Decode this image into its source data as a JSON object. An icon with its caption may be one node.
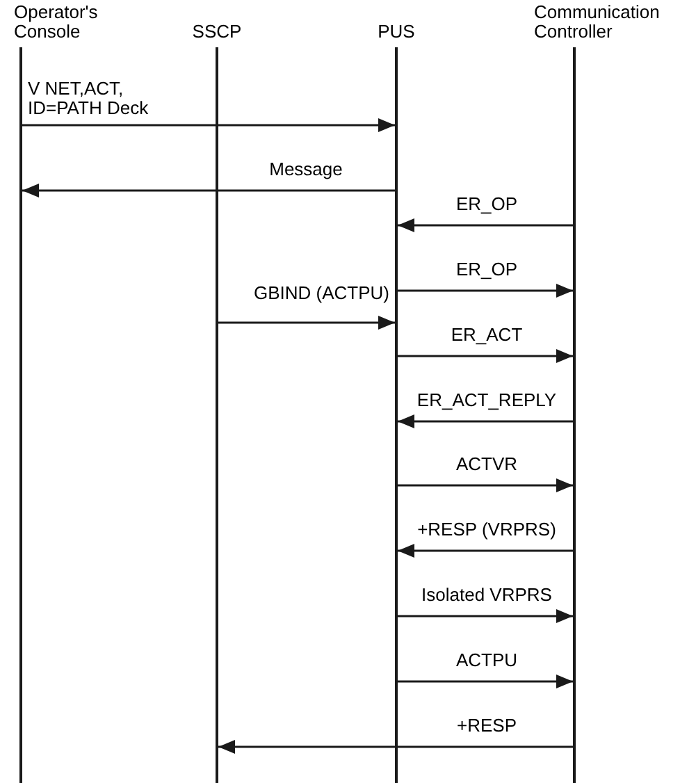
{
  "diagram": {
    "nodes": [
      {
        "text": [
          "Operator's Console"
        ]
      },
      {
        "text": [
          "SSCP"
        ]
      },
      {
        "text": [
          "PUS"
        ]
      },
      {
        "text": [
          "Communication Controller"
        ]
      }
    ],
    "edges": [
      {
        "from": 0,
        "to": 2,
        "arrow": "to",
        "label": "V NET,ACT, ID=PATH Deck"
      },
      {
        "from": 2,
        "to": 0,
        "arrow": "to",
        "label": "Message"
      },
      {
        "from": 3,
        "to": 2,
        "arrow": "to",
        "label": "ER_OP"
      },
      {
        "from": 2,
        "to": 3,
        "arrow": "to",
        "label": "ER_OP"
      },
      {
        "from": 1,
        "to": 2,
        "arrow": "to",
        "label": "GBIND (ACTPU)"
      },
      {
        "from": 2,
        "to": 3,
        "arrow": "to",
        "label": "ER_ACT"
      },
      {
        "from": 3,
        "to": 2,
        "arrow": "to",
        "label": "ER_ACT_REPLY"
      },
      {
        "from": 2,
        "to": 3,
        "arrow": "to",
        "label": "ACTVR"
      },
      {
        "from": 3,
        "to": 2,
        "arrow": "to",
        "label": "+RESP (VRPRS)"
      },
      {
        "from": 2,
        "to": 3,
        "arrow": "to",
        "label": "Isolated VRPRS"
      },
      {
        "from": 2,
        "to": 3,
        "arrow": "to",
        "label": "ACTPU"
      },
      {
        "from": 3,
        "to": 1,
        "arrow": "to",
        "label": "+RESP"
      }
    ]
  }
}
